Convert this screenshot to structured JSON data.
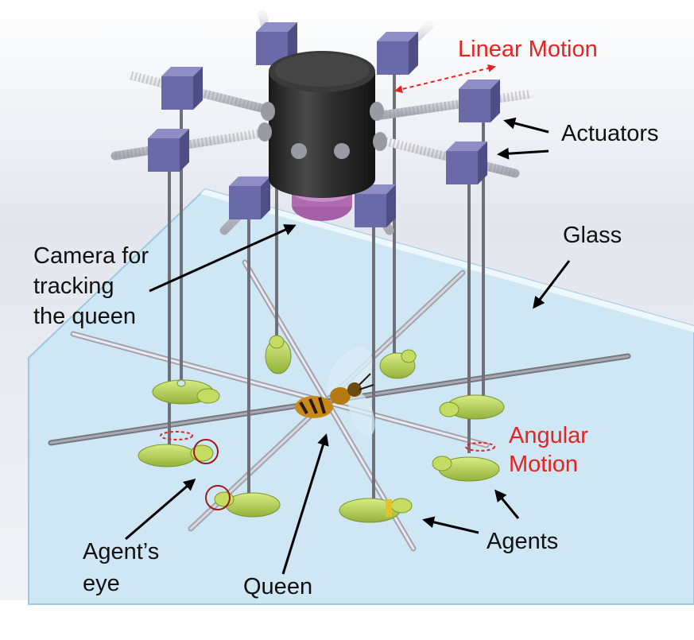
{
  "colors": {
    "background_top": "#d9dbe4",
    "glass": "#c9e6f5",
    "glass_edge": "#9cc8e0",
    "cylinder": "#2b2b2b",
    "lens": "#b06ab0",
    "actuator": "#6a6aa8",
    "agent": "#b7d34a",
    "arm": "#8a8a95",
    "annotation_red": "#e8231f",
    "text": "#111111"
  },
  "labels": {
    "linear_motion": "Linear Motion",
    "actuators": "Actuators",
    "glass": "Glass",
    "camera": [
      "Camera for",
      "tracking",
      "the queen"
    ],
    "angular_motion": [
      "Angular",
      "Motion"
    ],
    "agents": "Agents",
    "agent_eye": [
      "Agent’s",
      "eye"
    ],
    "queen": "Queen"
  },
  "icons": {
    "camera": "camera-cylinder-icon",
    "actuator": "actuator-cube-icon",
    "agent": "robot-bee-agent-icon",
    "queen": "queen-bee-icon"
  }
}
